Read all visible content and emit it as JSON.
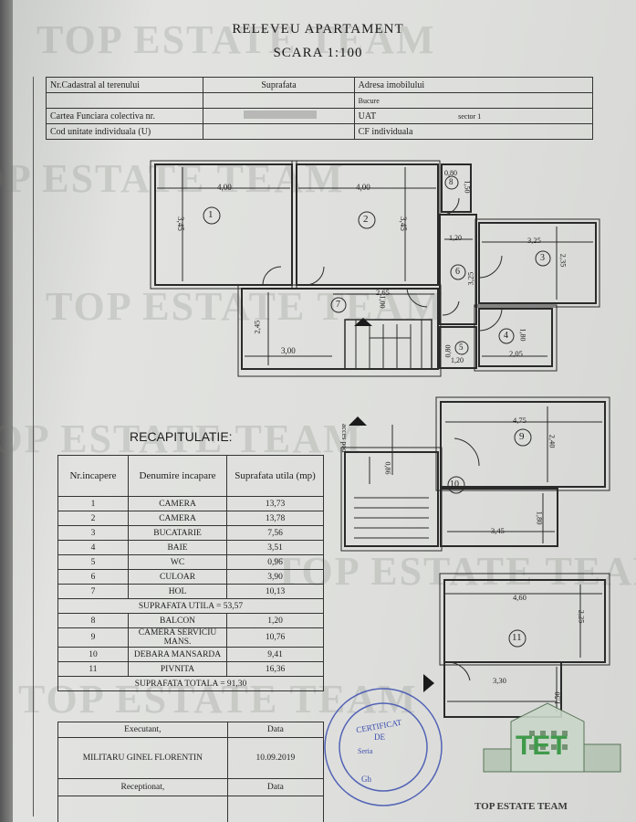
{
  "header": {
    "title": "RELEVEU APARTAMENT",
    "scale": "SCARA 1:100"
  },
  "watermark": "TOP ESTATE TEAM",
  "info": {
    "cadastral": "Nr.Cadastral al terenului",
    "area": "Suprafata",
    "address": "Adresa imobilului",
    "city": "Bucure",
    "land_book": "Cartea Funciara colectiva nr.",
    "uat": "UAT",
    "sector": "sector 1",
    "unit_code": "Cod unitate individuala (U)",
    "cf": "CF individuala"
  },
  "recap": {
    "title": "RECAPITULATIE:",
    "col_nr": "Nr.incapere",
    "col_name": "Denumire incapare",
    "col_area": "Suprafata utila (mp)",
    "rooms": [
      {
        "nr": "1",
        "name": "CAMERA",
        "area": "13,73"
      },
      {
        "nr": "2",
        "name": "CAMERA",
        "area": "13,78"
      },
      {
        "nr": "3",
        "name": "BUCATARIE",
        "area": "7,56"
      },
      {
        "nr": "4",
        "name": "BAIE",
        "area": "3,51"
      },
      {
        "nr": "5",
        "name": "WC",
        "area": "0,96"
      },
      {
        "nr": "6",
        "name": "CULOAR",
        "area": "3,90"
      },
      {
        "nr": "7",
        "name": "HOL",
        "area": "10,13"
      }
    ],
    "useful_total": "SUPRAFATA UTILA = 53,57",
    "extras": [
      {
        "nr": "8",
        "name": "BALCON",
        "area": "1,20"
      },
      {
        "nr": "9",
        "name": "CAMERA SERVICIU MANS.",
        "area": "10,76"
      },
      {
        "nr": "10",
        "name": "DEBARA MANSARDA",
        "area": "9,41"
      },
      {
        "nr": "11",
        "name": "PIVNITA",
        "area": "16,36"
      }
    ],
    "total": "SUPRAFATA TOTALA = 91,30"
  },
  "signatures": {
    "executant": "Executant,",
    "date1": "Data",
    "name": "MILITARU GINEL FLORENTIN",
    "date_value": "10.09.2019",
    "receptionat": "Receptionat,",
    "date2": "Data"
  },
  "stamp": {
    "line1": "CERTIFICAT",
    "line2": "DE",
    "line3": "Seria",
    "line4": "Gh"
  },
  "logo": {
    "text": "TOP ESTATE TEAM",
    "initials": "TET"
  },
  "plan": {
    "dims": {
      "d400a": "4,00",
      "d400b": "4,00",
      "d080": "0,80",
      "d150": "1,50",
      "d345a": "3,45",
      "d345b": "3,45",
      "d120a": "1,20",
      "d325": "3,25",
      "d235": "2,35",
      "d325v": "3,25",
      "d265": "2,65",
      "d100": "1,00",
      "d245": "2,45",
      "d300": "3,00",
      "d180a": "1,80",
      "d080b": "0,80",
      "d120b": "1,20",
      "d205": "2,05",
      "d475": "4,75",
      "d240": "2,40",
      "d086": "0,86",
      "d180b": "1,80",
      "d345c": "3,45",
      "d460": "4,60",
      "d225": "2,25",
      "d330": "3,30",
      "d150b": "1,50"
    },
    "rooms": [
      "1",
      "2",
      "3",
      "4",
      "5",
      "6",
      "7",
      "8",
      "9",
      "10",
      "11"
    ],
    "access": "acces pod"
  }
}
